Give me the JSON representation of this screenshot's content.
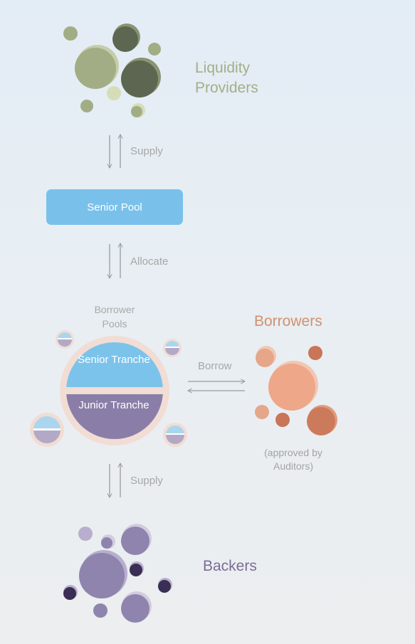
{
  "liquidity_providers": {
    "label": "Liquidity Providers",
    "color": "#a3ae86"
  },
  "flows": {
    "supply_top": "Supply",
    "allocate": "Allocate",
    "supply_bottom": "Supply",
    "borrow": "Borrow"
  },
  "senior_pool": {
    "label": "Senior Pool",
    "color": "#79c1ea"
  },
  "borrower_pools": {
    "label": "Borrower Pools",
    "senior_tranche": "Senior Tranche",
    "junior_tranche": "Junior Tranche",
    "senior_color": "#7cc3eb",
    "junior_color": "#8a7ea8",
    "ring_color": "#f1ddd4"
  },
  "borrowers": {
    "label": "Borrowers",
    "note": "(approved by Auditors)",
    "color": "#d3906f"
  },
  "backers": {
    "label": "Backers",
    "color": "#7a6c99"
  },
  "arrow_color": "#9a9a9a"
}
